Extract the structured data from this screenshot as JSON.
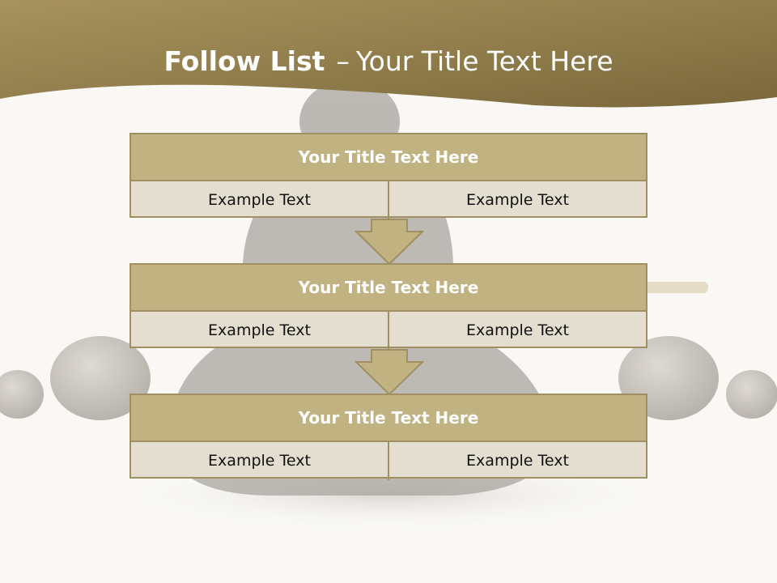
{
  "slide": {
    "title_bold": "Follow List",
    "title_sep": "–",
    "title_rest": "Your Title Text Here"
  },
  "steps": [
    {
      "title": "Your Title Text Here",
      "left": "Example Text",
      "right": "Example Text"
    },
    {
      "title": "Your Title Text Here",
      "left": "Example Text",
      "right": "Example Text"
    },
    {
      "title": "Your Title Text Here",
      "left": "Example Text",
      "right": "Example Text"
    }
  ],
  "colors": {
    "header_band": "#8f7c4a",
    "block_title": "#c1b282",
    "block_cell": "#e4ded1",
    "block_border": "#a08f60",
    "arrow_fill": "#c1b282"
  }
}
